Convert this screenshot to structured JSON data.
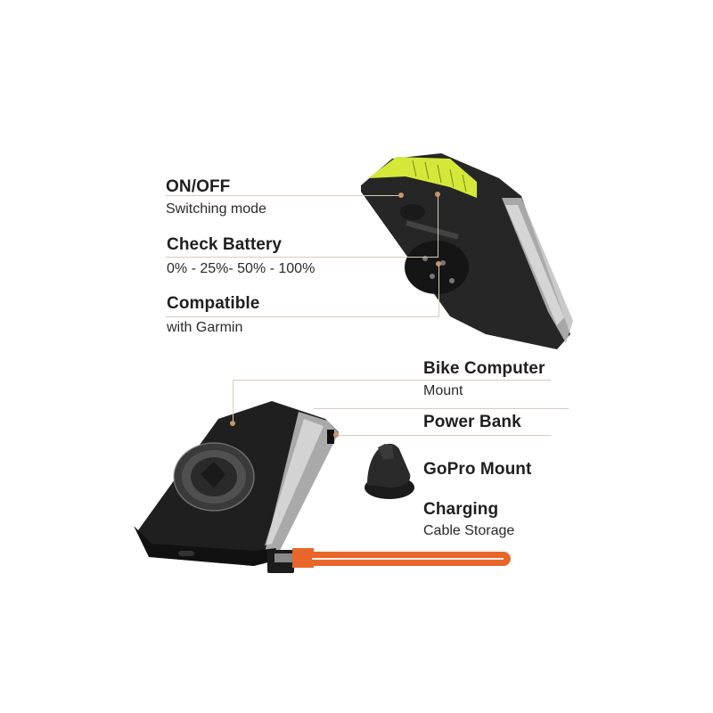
{
  "callouts_top": [
    {
      "title": "ON/OFF",
      "subtitle": "Switching mode"
    },
    {
      "title": "Check Battery",
      "subtitle": "0% - 25%-  50% - 100%"
    },
    {
      "title": "Compatible",
      "subtitle": "with Garmin"
    }
  ],
  "callouts_bottom": [
    {
      "title": "Bike Computer",
      "subtitle": "Mount"
    },
    {
      "title": "Power Bank",
      "subtitle": ""
    },
    {
      "title": "GoPro Mount",
      "subtitle": ""
    },
    {
      "title": "Charging",
      "subtitle": "Cable Storage"
    }
  ],
  "colors": {
    "leader_line": "#d6ccbe",
    "leader_dot": "#c8956a",
    "device_body": "#2b2b2b",
    "battery_indicator": "#d4e83a",
    "cable": "#e8662a"
  }
}
